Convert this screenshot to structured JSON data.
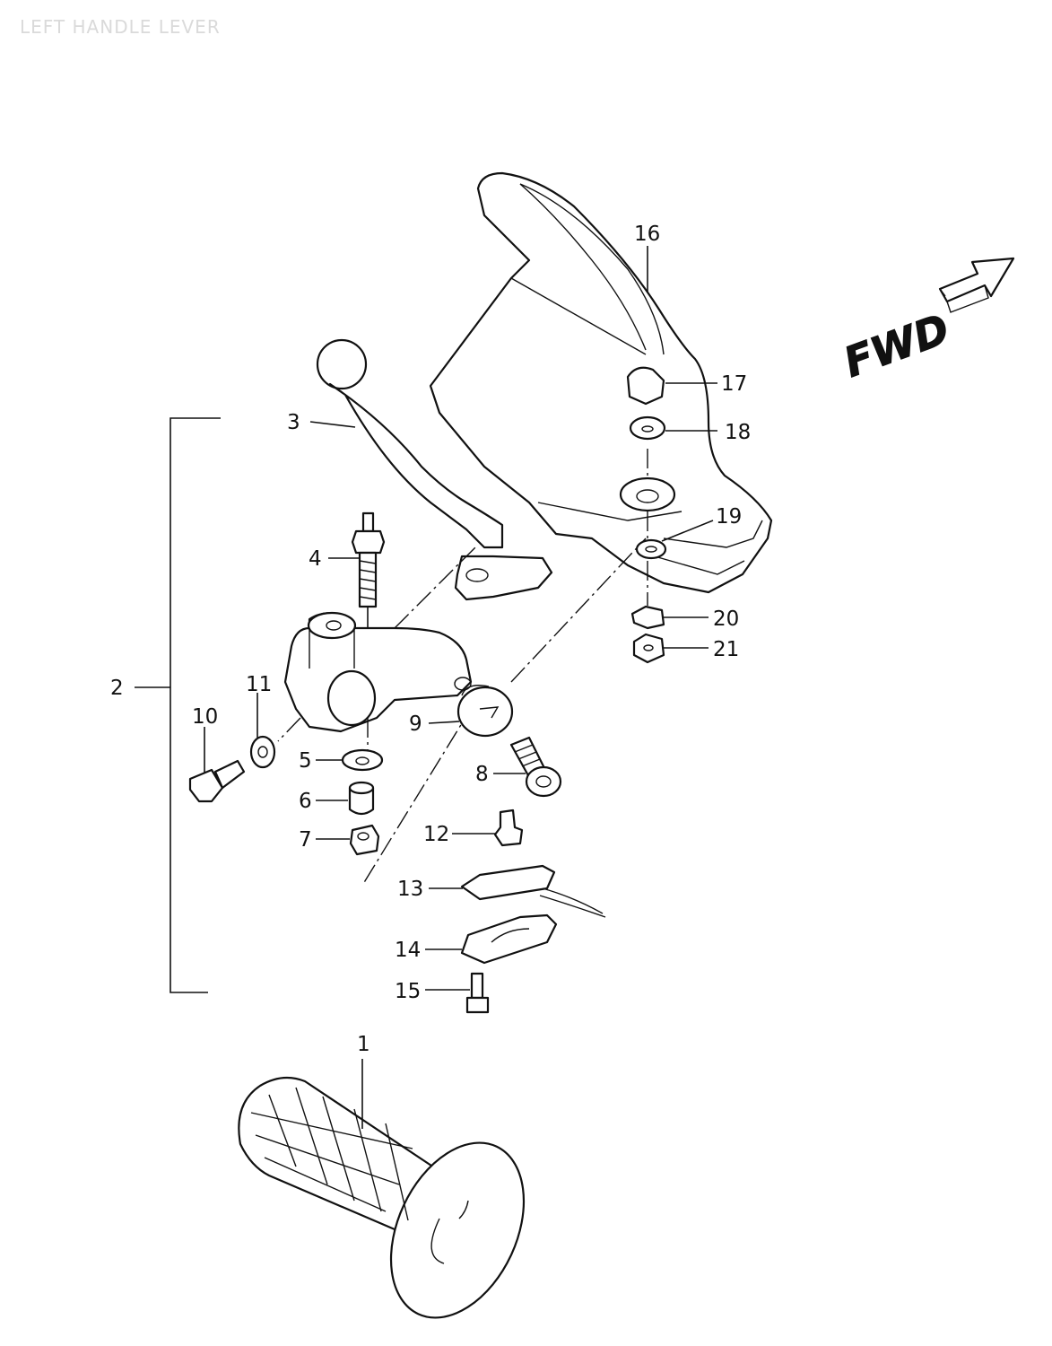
{
  "title": "LEFT HANDLE LEVER",
  "fwd_label": "FWD",
  "callouts": {
    "p1": "1",
    "p2": "2",
    "p3": "3",
    "p4": "4",
    "p5": "5",
    "p6": "6",
    "p7": "7",
    "p8": "8",
    "p9": "9",
    "p10": "10",
    "p11": "11",
    "p12": "12",
    "p13": "13",
    "p14": "14",
    "p15": "15",
    "p16": "16",
    "p17": "17",
    "p18": "18",
    "p19": "19",
    "p20": "20",
    "p21": "21"
  }
}
